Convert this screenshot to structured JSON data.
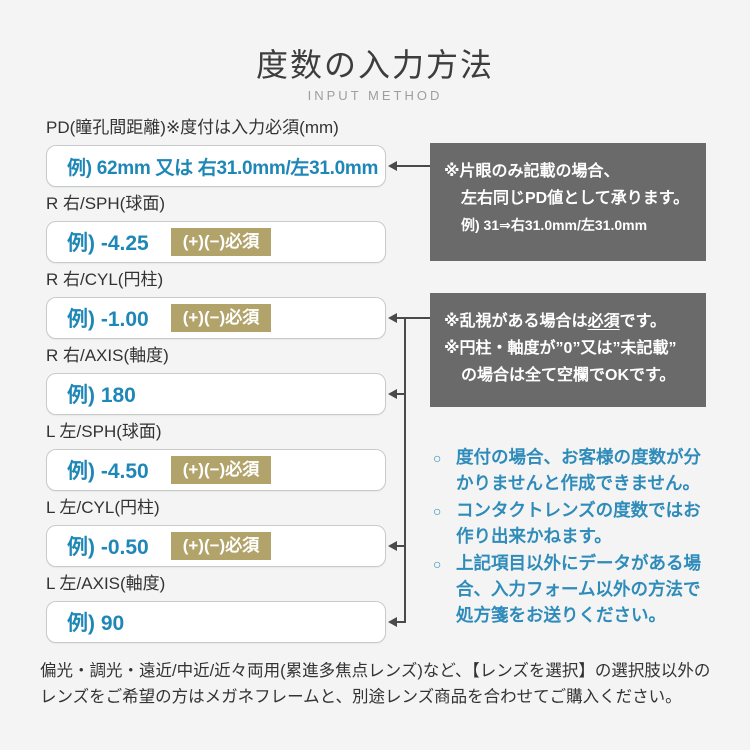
{
  "page": {
    "title": "度数の入力方法",
    "subtitle": "INPUT METHOD"
  },
  "colors": {
    "background": "#f3f4f3",
    "accent_blue": "#1e87b7",
    "badge_gold": "#b2a36b",
    "note_gray": "#6a6a6a",
    "connector": "#4a4a4a"
  },
  "bullet_marker": "○",
  "fields": [
    {
      "label": "PD(瞳孔間距離)※度付は入力必須(mm)",
      "example": "例) 62mm 又は 右31.0mm/左31.0mm",
      "badge": null
    },
    {
      "label": "R 右/SPH(球面)",
      "example": "例) -4.25",
      "badge": "(+)(−)必須"
    },
    {
      "label": "R 右/CYL(円柱)",
      "example": "例) -1.00",
      "badge": "(+)(−)必須"
    },
    {
      "label": "R 右/AXIS(軸度)",
      "example": "例) 180",
      "badge": null
    },
    {
      "label": "L 左/SPH(球面)",
      "example": "例) -4.50",
      "badge": "(+)(−)必須"
    },
    {
      "label": "L 左/CYL(円柱)",
      "example": "例) -0.50",
      "badge": "(+)(−)必須"
    },
    {
      "label": "L 左/AXIS(軸度)",
      "example": "例) 90",
      "badge": null
    }
  ],
  "pd_note": {
    "line1": "※片眼のみ記載の場合、",
    "line2": "左右同じPD値として承ります。",
    "line3": "例) 31⇒右31.0mm/左31.0mm"
  },
  "cyl_note": {
    "line1_pre": "※乱視がある場合は",
    "line1_underlined": "必須",
    "line1_post": "です。",
    "line2": "※円柱・軸度が”0”又は”未記載”",
    "line3": "の場合は全て空欄でOKです。"
  },
  "bullets": [
    "度付の場合、お客様の度数が分かりませんと作成できません。",
    "コンタクトレンズの度数ではお作り出来かねます。",
    "上記項目以外にデータがある場合、入力フォーム以外の方法で処方箋をお送りください。"
  ],
  "footer": "偏光・調光・遠近/中近/近々両用(累進多焦点レンズ)など、【レンズを選択】の選択肢以外のレンズをご希望の方はメガネフレームと、別途レンズ商品を合わせてご購入ください。"
}
